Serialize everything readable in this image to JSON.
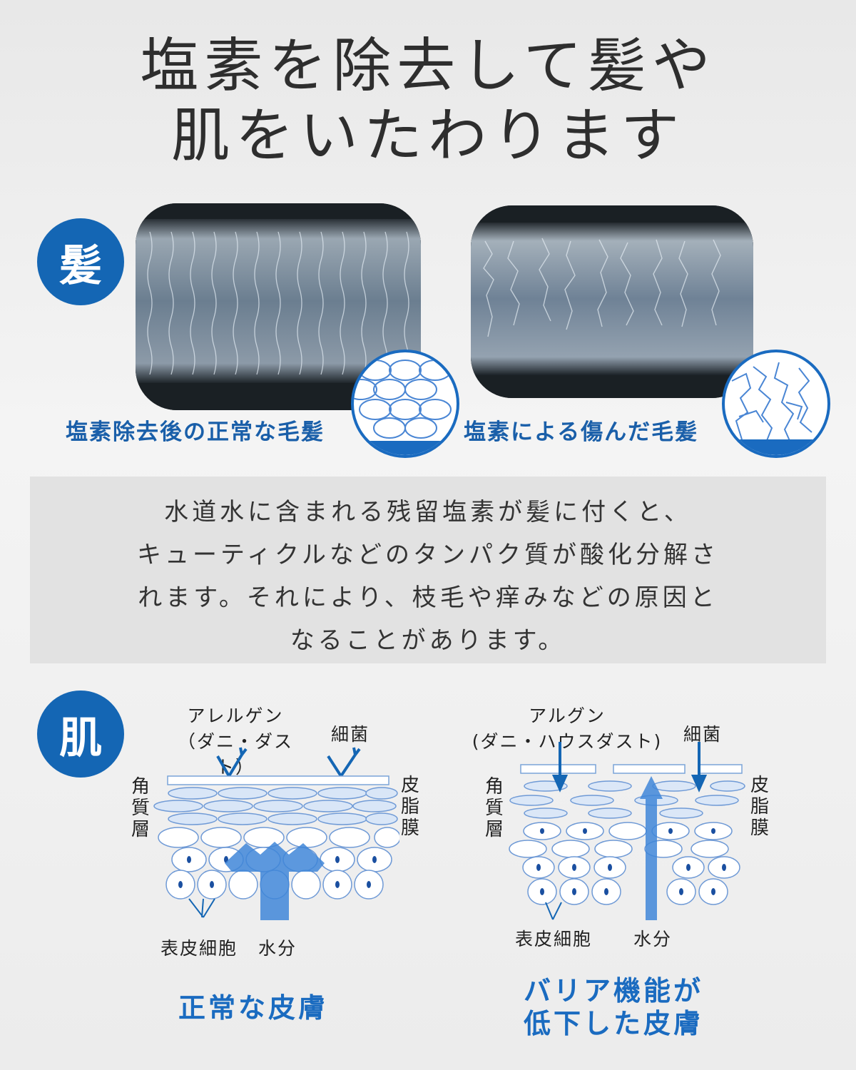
{
  "headline": {
    "line1": "塩素を除去して髪や",
    "line2": "肌をいたわります"
  },
  "hair": {
    "badge": "髪",
    "normal_caption": "塩素除去後の正常な毛髪",
    "damaged_caption": "塩素による傷んだ毛髪"
  },
  "explanation": [
    "水道水に含まれる残留塩素が髪に付くと、",
    "キューティクルなどのタンパク質が酸化分解さ",
    "れます。それにより、枝毛や痒みなどの原因と",
    "なることがあります。"
  ],
  "skin": {
    "badge": "肌",
    "normal": {
      "allergen_line1": "アレルゲン",
      "allergen_line2": "（ダニ・ダスト）",
      "bacteria": "細菌",
      "stratum": "角質層",
      "sebum": "皮脂膜",
      "cells": "表皮細胞",
      "water": "水分",
      "caption": "正常な皮膚"
    },
    "damaged": {
      "allergen_line1": "アルグン",
      "allergen_line2": "(ダニ・ハウスダスト)",
      "bacteria": "細菌",
      "stratum": "角質層",
      "sebum": "皮脂膜",
      "cells": "表皮細胞",
      "water": "水分",
      "caption_line1": "バリア機能が",
      "caption_line2": "低下した皮膚"
    }
  },
  "colors": {
    "accent": "#1466b4",
    "caption_blue": "#1a6bc0",
    "cell_blue": "#4a86d4"
  }
}
